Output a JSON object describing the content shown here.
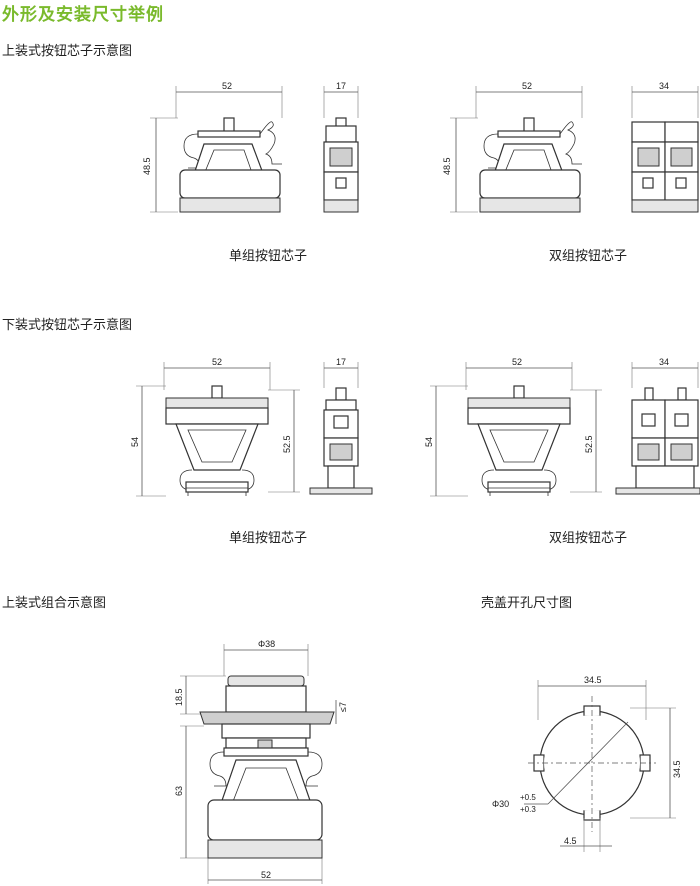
{
  "page": {
    "title": "外形及安装尺寸举例"
  },
  "sections": {
    "top_mount": "上装式按钮芯子示意图",
    "bottom_mount": "下装式按钮芯子示意图",
    "top_assembly": "上装式组合示意图",
    "panel_cutout": "壳盖开孔尺寸图"
  },
  "captions": {
    "top_single": "单组按钮芯子",
    "top_double": "双组按钮芯子",
    "bottom_single": "单组按钮芯子",
    "bottom_double": "双组按钮芯子"
  },
  "dimensions": {
    "top_single": {
      "width": "52",
      "height": "48.5",
      "side_width": "17"
    },
    "top_double": {
      "width": "52",
      "height": "48.5",
      "side_width": "34"
    },
    "bottom_single": {
      "width": "52",
      "height": "54",
      "inner_height": "52.5",
      "side_width": "17"
    },
    "bottom_double": {
      "width": "52",
      "height": "54",
      "inner_height": "52.5",
      "side_width": "34"
    },
    "assembly": {
      "diameter": "Φ38",
      "top_height": "18.5",
      "panel": "≤7",
      "body_height": "63",
      "width": "52"
    },
    "cutout": {
      "width": "34.5",
      "height": "34.5",
      "hole_diameter": "Φ30",
      "tol_upper": "+0.5",
      "tol_lower": "+0.3",
      "key_width": "4.5"
    }
  },
  "colors": {
    "title": "#7aba2c"
  }
}
